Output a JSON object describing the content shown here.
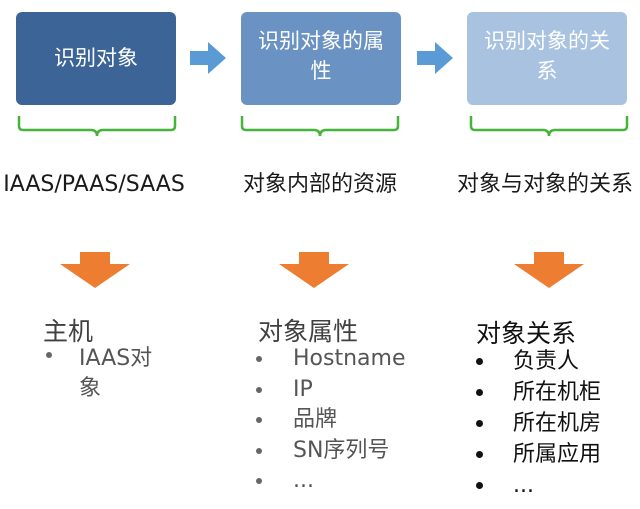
{
  "colors": {
    "box1": "#3d6496",
    "box2": "#6a92c3",
    "box3": "#a8c2e0",
    "right_arrow": "#5b9bd5",
    "brace": "#46b33a",
    "down_arrow": "#ed7d31"
  },
  "steps": [
    {
      "box": "识别对象",
      "description": "IAAS/PAAS/SAAS",
      "heading": "主机",
      "items": [
        "IAAS对象"
      ]
    },
    {
      "box": "识别对象的属性",
      "description": "对象内部的资源",
      "heading": "对象属性",
      "items": [
        "Hostname",
        "IP",
        "品牌",
        "SN序列号",
        "..."
      ]
    },
    {
      "box": "识别对象的关系",
      "description": "对象与对象的关系",
      "heading": "对象关系",
      "items": [
        "负责人",
        "所在机柜",
        "所在机房",
        "所属应用",
        "..."
      ]
    }
  ]
}
